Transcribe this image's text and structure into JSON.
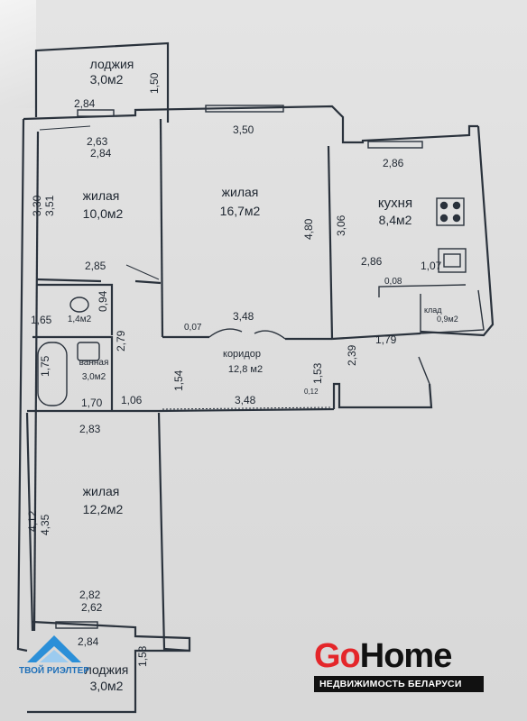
{
  "rooms": {
    "loggia_top": {
      "name": "лоджия",
      "area": "3,0м2"
    },
    "living_left": {
      "name": "жилая",
      "area": "10,0м2"
    },
    "living_center": {
      "name": "жилая",
      "area": "16,7м2"
    },
    "kitchen": {
      "name": "кухня",
      "area": "8,4м2"
    },
    "corridor": {
      "name": "коридор",
      "area": "12,8 м2"
    },
    "bathroom": {
      "name": "ванная",
      "area": "3,0м2"
    },
    "wc": {
      "area": "1,4м2"
    },
    "storage": {
      "name": "клад",
      "area": "0,9м2"
    },
    "living_bottom": {
      "name": "жилая",
      "area": "12,2м2"
    },
    "loggia_bottom": {
      "name": "лоджия",
      "area": "3,0м2"
    }
  },
  "dims": {
    "d_150": "1,50",
    "d_284a": "2,84",
    "d_263": "2,63",
    "d_284b": "2,84",
    "d_350": "3,50",
    "d_286a": "2,86",
    "d_330": "3,30",
    "d_351": "3,51",
    "d_480": "4,80",
    "d_306": "3,06",
    "d_285": "2,85",
    "d_286b": "2,86",
    "d_107": "1,07",
    "d_008": "0,08",
    "d_094": "0,94",
    "d_165": "1,65",
    "d_279": "2,79",
    "d_007": "0,07",
    "d_348a": "3,48",
    "d_175": "1,75",
    "d_154": "1,54",
    "d_153a": "1,53",
    "d_239": "2,39",
    "d_179": "1,79",
    "d_012": "0,12",
    "d_170": "1,70",
    "d_106": "1,06",
    "d_348b": "3,48",
    "d_283": "2,83",
    "d_412": "4,12",
    "d_435": "4,35",
    "d_282": "2,82",
    "d_262": "2,62",
    "d_284c": "2,84",
    "d_153b": "1,53"
  },
  "brand": {
    "go": "Go",
    "home": "Home",
    "tagline": "НЕДВИЖИМОСТЬ БЕЛАРУСИ",
    "realtor": "ТВОЙ РИЭЛТЕР"
  }
}
